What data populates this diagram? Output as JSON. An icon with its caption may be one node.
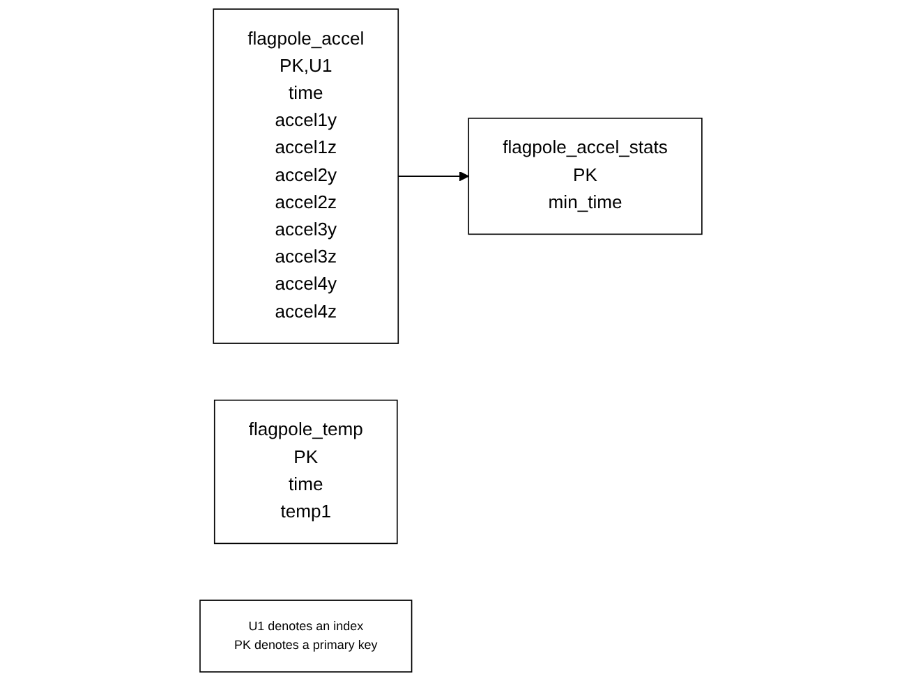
{
  "diagram": {
    "nodes": [
      {
        "text": [
          "flagpole_accel",
          "PK,U1",
          "time",
          "accel1y",
          "accel1z",
          "accel2y",
          "accel2z",
          "accel3y",
          "accel3z",
          "accel4y",
          "accel4z"
        ]
      },
      {
        "text": [
          "flagpole_accel_stats",
          "PK",
          "min_time"
        ]
      },
      {
        "text": [
          "flagpole_temp",
          "PK",
          "time",
          "temp1"
        ]
      },
      {
        "text": [
          "U1 denotes an index",
          "PK denotes a primary key"
        ]
      }
    ],
    "edges": [
      {
        "from": 0,
        "to": 1,
        "arrow": "to"
      }
    ]
  }
}
